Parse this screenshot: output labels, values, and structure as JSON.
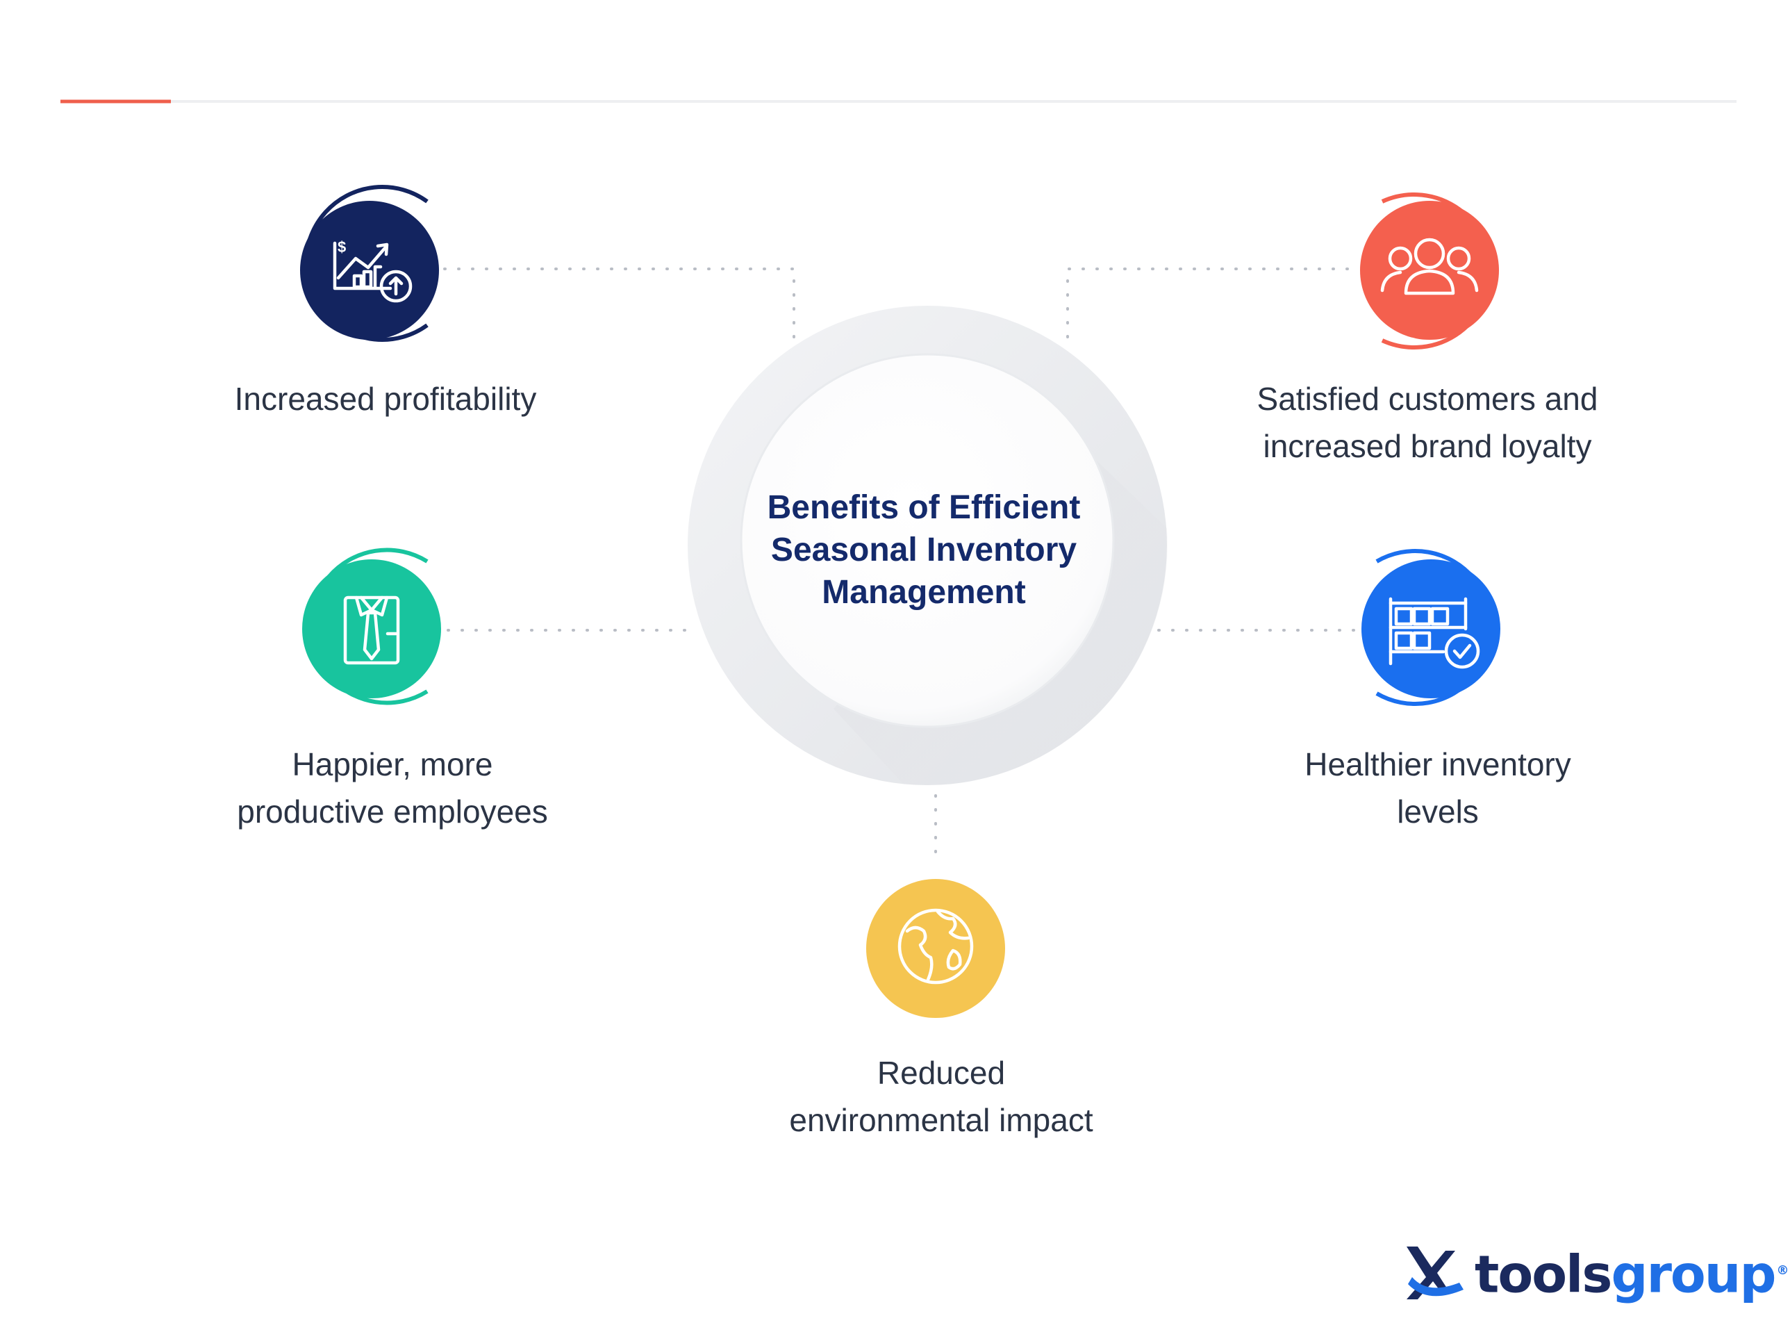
{
  "center": {
    "title_lines": [
      "Benefits of Efficient",
      "Seasonal Inventory",
      "Management"
    ]
  },
  "benefits": [
    {
      "id": "profitability",
      "icon": "profit-growth-chart-icon",
      "color": "#13245f",
      "lines": [
        "Increased profitability"
      ]
    },
    {
      "id": "customers",
      "icon": "customer-group-icon",
      "color": "#f4604e",
      "lines": [
        "Satisfied customers and",
        "increased brand loyalty"
      ]
    },
    {
      "id": "employees",
      "icon": "employee-shirt-tie-icon",
      "color": "#18c49e",
      "lines": [
        "Happier, more",
        "productive employees"
      ]
    },
    {
      "id": "inventory",
      "icon": "inventory-shelf-check-icon",
      "color": "#1a6fef",
      "lines": [
        "Healthier inventory",
        "levels"
      ]
    },
    {
      "id": "environment",
      "icon": "globe-icon",
      "color": "#f5c551",
      "lines": [
        "Reduced",
        "environmental impact"
      ]
    }
  ],
  "colors": {
    "accent_line": "#ef5f4c",
    "text": "#2b3445",
    "title": "#142a6b"
  },
  "logo": {
    "text_part1": "tools",
    "text_part2": "group",
    "registered": "®"
  }
}
